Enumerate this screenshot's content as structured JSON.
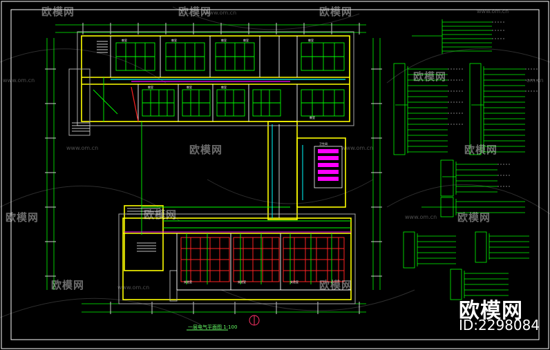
{
  "watermark": {
    "brand": "欧模网",
    "url": "www.om.cn",
    "url_short": "om.cn",
    "big_logo": "欧模网",
    "id_label": "ID:2298084"
  },
  "drawing": {
    "title": "一层电气平面图 1:100",
    "room_labels": [
      "教室",
      "教室",
      "教室",
      "教室",
      "教室",
      "教室",
      "教室",
      "教室",
      "教室",
      "实验室",
      "实验室",
      "实验室",
      "卫生间"
    ]
  },
  "colors": {
    "background": "#000000",
    "frame": "#ffffff",
    "walls": "#ffff00",
    "wiring": "#00ff00",
    "cyan": "#00ffff",
    "magenta": "#ff00ff",
    "red": "#ff2222",
    "watermark": "#ffffff"
  }
}
